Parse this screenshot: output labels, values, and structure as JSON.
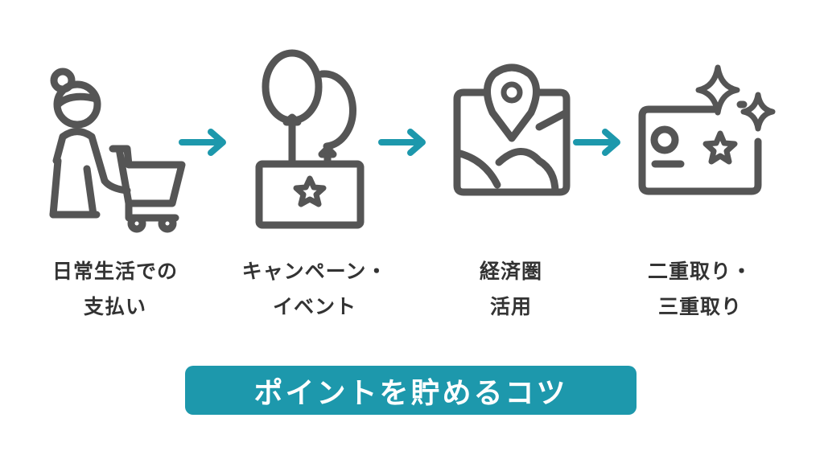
{
  "colors": {
    "icon": "#555555",
    "arrow": "#1d98ac",
    "banner_bg": "#1d98ac",
    "banner_text": "#ffffff",
    "label_text": "#333333"
  },
  "steps": [
    {
      "icon": "shopping-person-icon",
      "line1": "日常生活での",
      "line2": "支払い"
    },
    {
      "icon": "balloons-banner-icon",
      "line1": "キャンペーン・",
      "line2": "イベント"
    },
    {
      "icon": "map-pin-icon",
      "line1": "経済圏",
      "line2": "活用"
    },
    {
      "icon": "sparkle-card-icon",
      "line1": "二重取り・",
      "line2": "三重取り"
    }
  ],
  "banner": {
    "text": "ポイントを貯めるコツ"
  }
}
